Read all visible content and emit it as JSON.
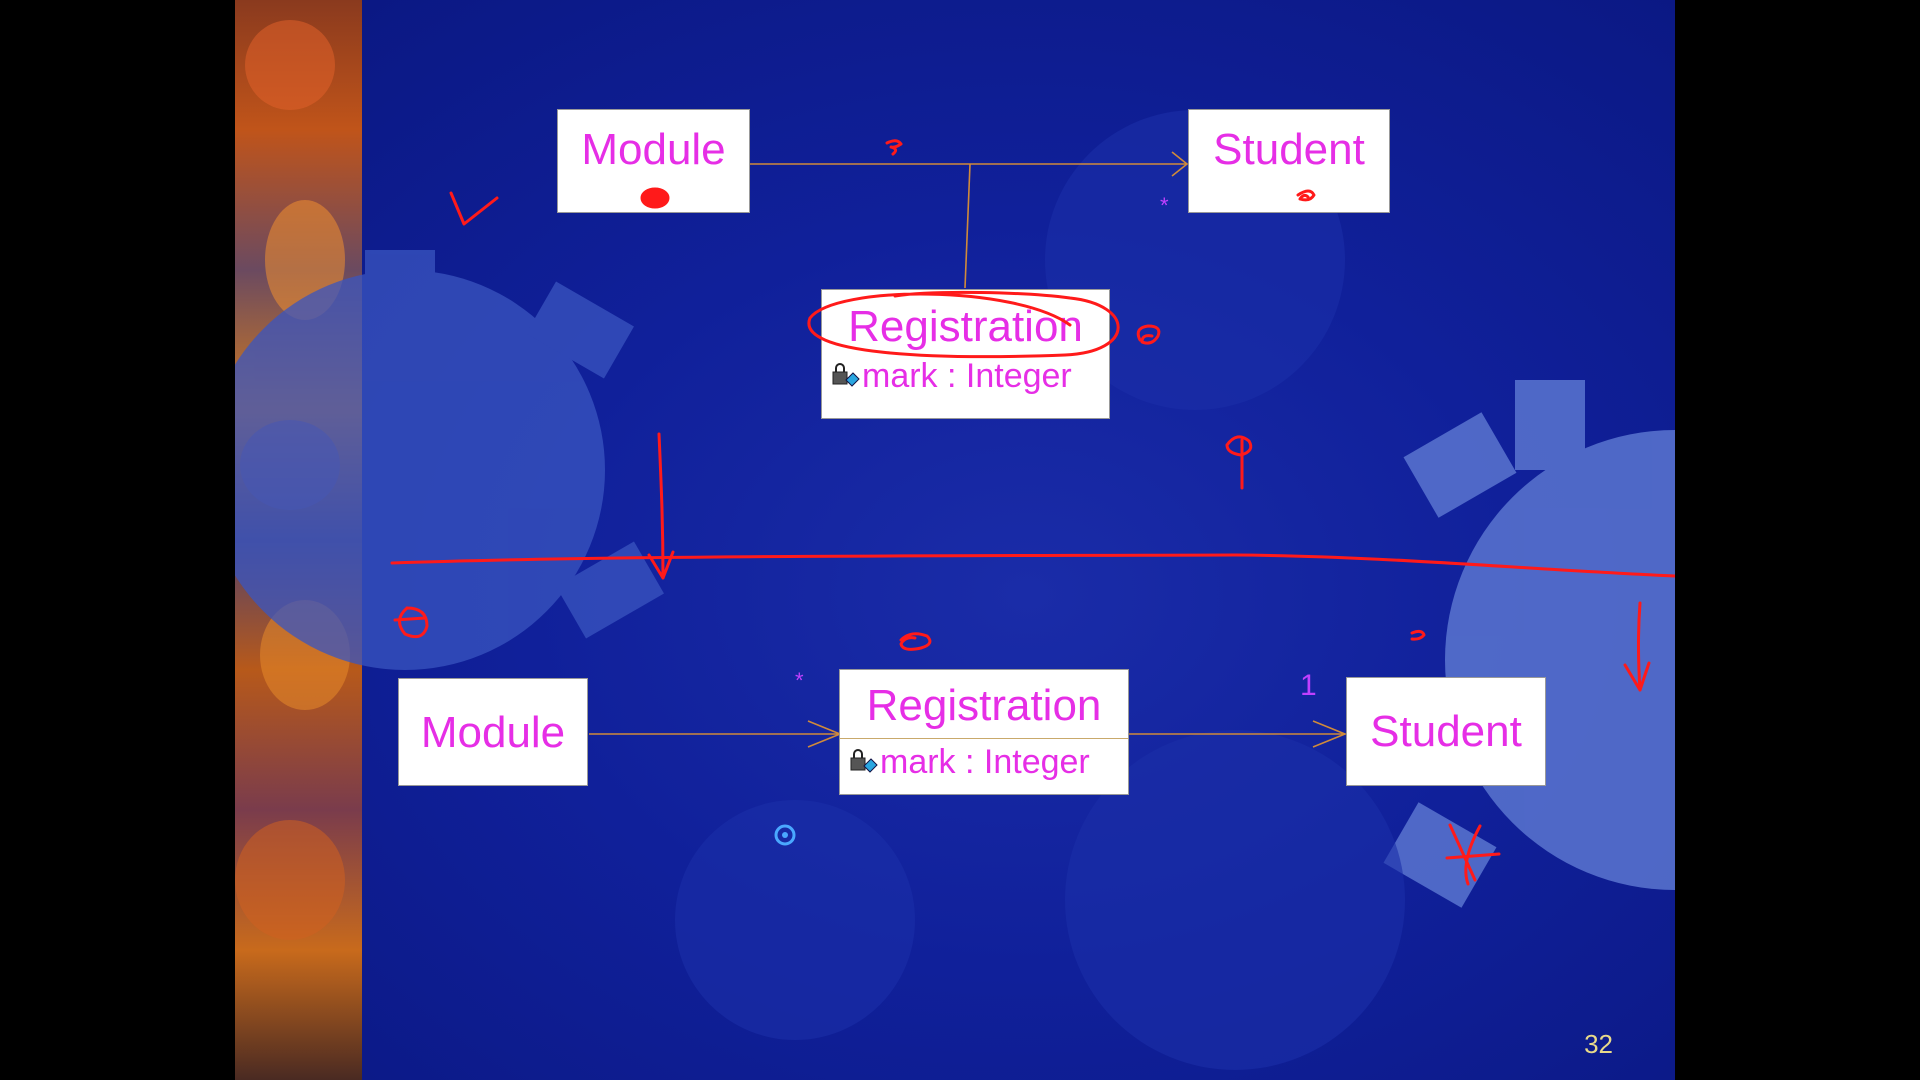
{
  "slide": {
    "page_number": "32"
  },
  "top_diagram": {
    "module": "Module",
    "student": "Student",
    "registration": "Registration",
    "registration_attr": "mark : Integer",
    "student_multiplicity": "*"
  },
  "bottom_diagram": {
    "module": "Module",
    "registration": "Registration",
    "registration_attr": "mark : Integer",
    "student": "Student",
    "registration_multiplicity": "*",
    "student_multiplicity": "1"
  },
  "colors": {
    "class_name": "#e62ee6",
    "association_line": "#d08a3a",
    "annotation_ink": "#ff1a1a",
    "multiplicity": "#c040ff"
  }
}
